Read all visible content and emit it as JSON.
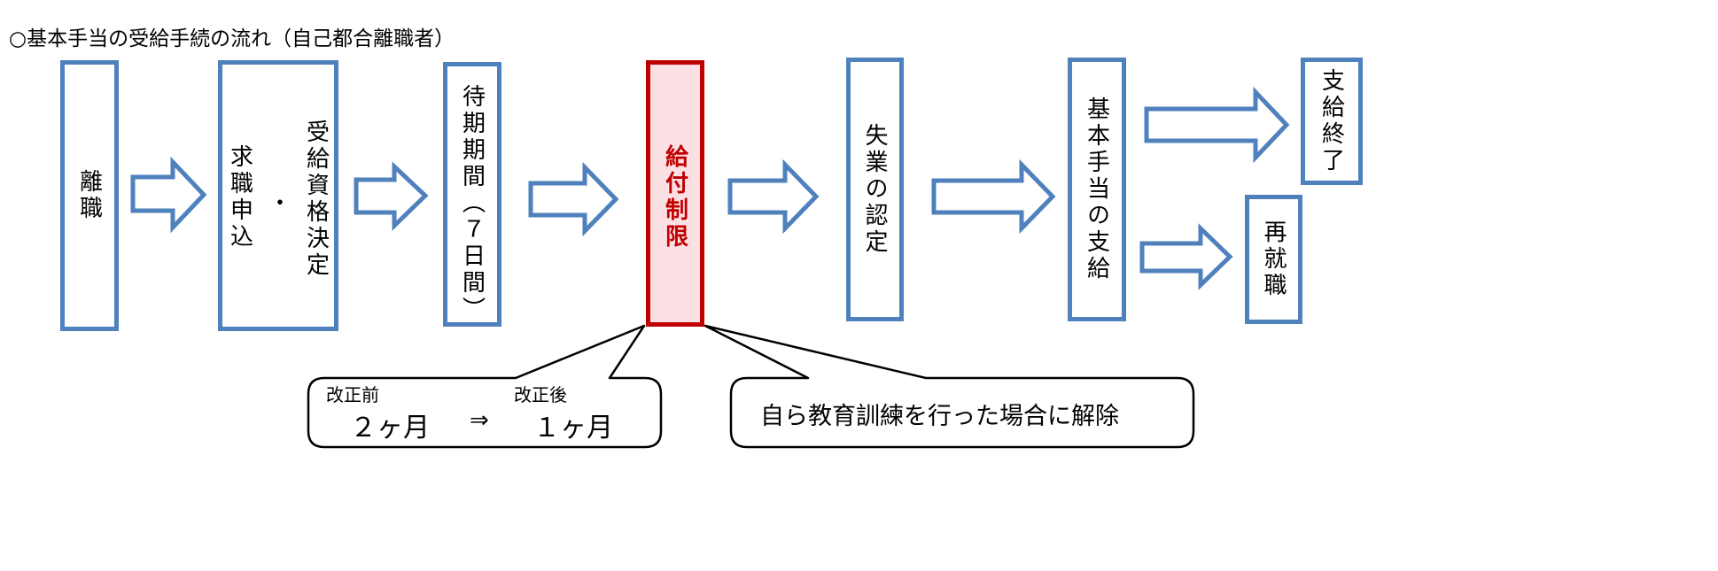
{
  "title": "○基本手当の受給手続の流れ（自己都合離職者）",
  "steps": {
    "s1": "離職",
    "s2a": "受給資格決定",
    "s2dot": "・",
    "s2b": "求職申込",
    "s3": "待期期間（７日間）",
    "s4": "給付制限",
    "s5": "失業の認定",
    "s6": "基本手当の支給",
    "s7": "支給終了",
    "s8": "再就職"
  },
  "callout_left": {
    "before_label": "改正前",
    "after_label": "改正後",
    "before_value": "２ヶ月",
    "arrow": "⇒",
    "after_value": "１ヶ月"
  },
  "callout_right": {
    "text": "自ら教育訓練を行った場合に解除"
  },
  "colors": {
    "box_border": "#4f81bd",
    "highlight_border": "#c00000",
    "highlight_fill": "#fde0e4"
  }
}
